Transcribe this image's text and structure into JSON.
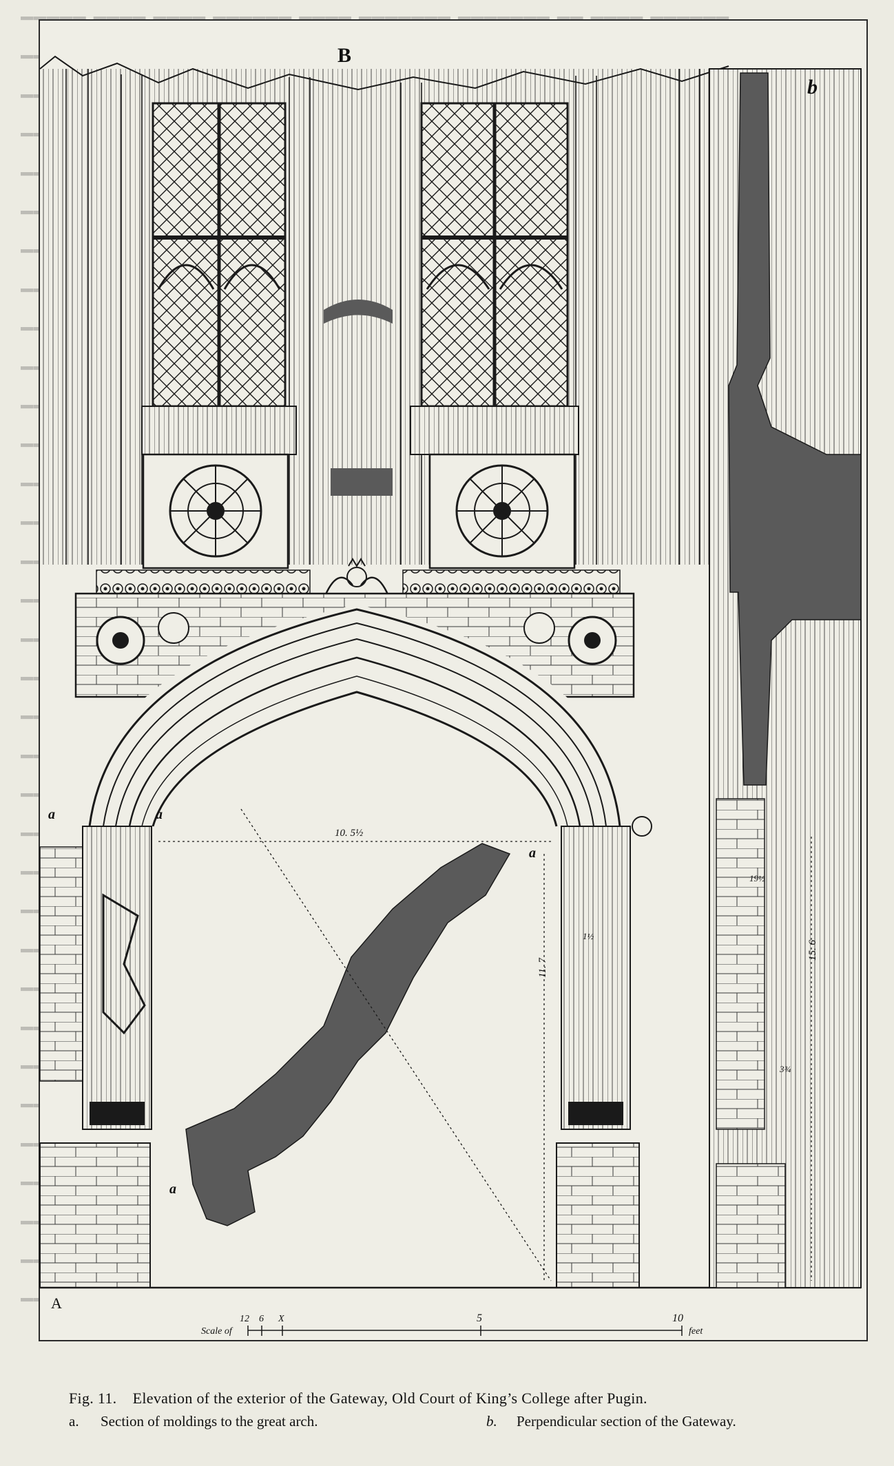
{
  "plate": {
    "labels": {
      "B": "B",
      "b": "b",
      "a_left": "a",
      "a_arch": "a",
      "a_right": "a",
      "a_section": "a"
    },
    "dimensions": {
      "span": "10. 5½",
      "height": "11. 7",
      "total_height": "15. 6",
      "d1": "1½",
      "d2": "19½",
      "d3": "3¾"
    },
    "scale": {
      "prefix": "Scale of",
      "ticks": [
        "12",
        "6",
        "X",
        "5",
        "10"
      ],
      "unit": "feet"
    },
    "monogram": "A"
  },
  "caption": {
    "fig_label": "Fig. 11.",
    "title": "Elevation of the exterior of the Gateway, Old Court of King’s College after Pugin.",
    "note_a_key": "a.",
    "note_a": "Section of moldings to the great arch.",
    "note_b_key": "b.",
    "note_b": "Perpendicular section of the Gateway."
  },
  "colors": {
    "ink": "#1a1a1a",
    "paper": "#ecebe2",
    "section_fill": "#5a5a5a"
  }
}
